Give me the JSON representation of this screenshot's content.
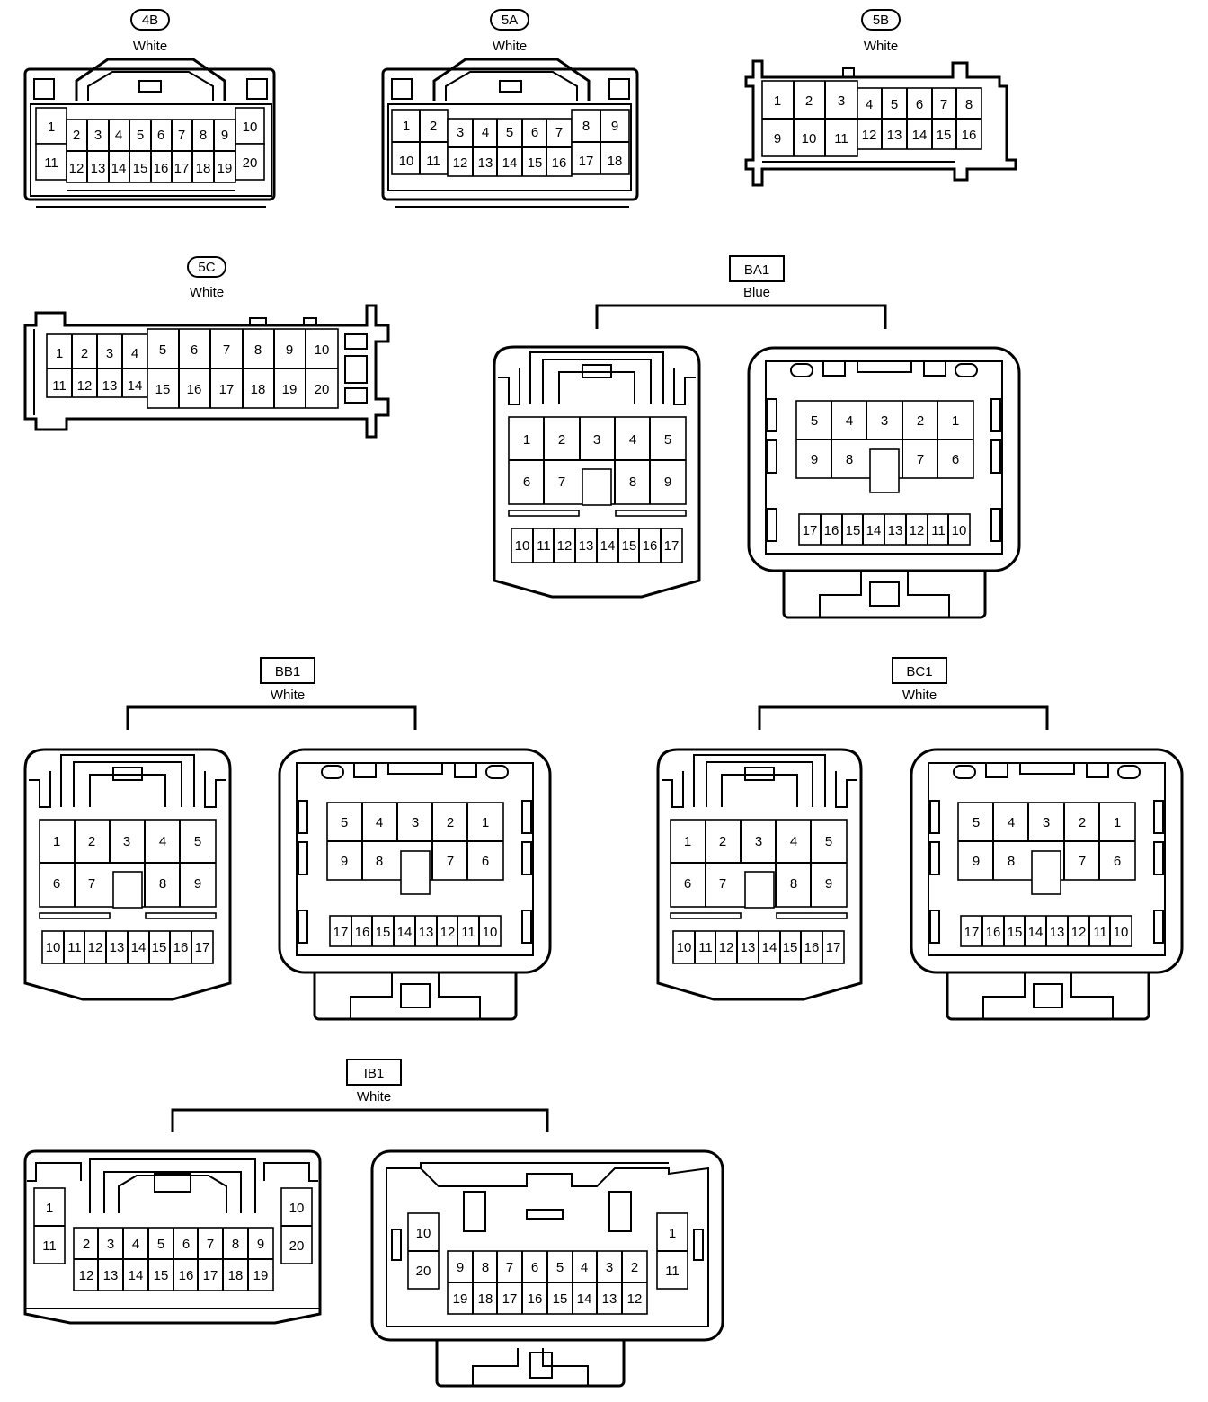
{
  "connectors": [
    {
      "id": "4B",
      "label_style": "oval",
      "color": "White",
      "pins": [
        "1",
        "2",
        "3",
        "4",
        "5",
        "6",
        "7",
        "8",
        "9",
        "10",
        "11",
        "12",
        "13",
        "14",
        "15",
        "16",
        "17",
        "18",
        "19",
        "20"
      ]
    },
    {
      "id": "5A",
      "label_style": "oval",
      "color": "White",
      "pins": [
        "1",
        "2",
        "3",
        "4",
        "5",
        "6",
        "7",
        "8",
        "9",
        "10",
        "11",
        "12",
        "13",
        "14",
        "15",
        "16",
        "17",
        "18"
      ]
    },
    {
      "id": "5B",
      "label_style": "oval",
      "color": "White",
      "pins": [
        "1",
        "2",
        "3",
        "4",
        "5",
        "6",
        "7",
        "8",
        "9",
        "10",
        "11",
        "12",
        "13",
        "14",
        "15",
        "16"
      ]
    },
    {
      "id": "5C",
      "label_style": "oval",
      "color": "White",
      "pins": [
        "1",
        "2",
        "3",
        "4",
        "5",
        "6",
        "7",
        "8",
        "9",
        "10",
        "11",
        "12",
        "13",
        "14",
        "15",
        "16",
        "17",
        "18",
        "19",
        "20"
      ]
    },
    {
      "id": "BA1",
      "label_style": "box",
      "color": "Blue",
      "pins": [
        "1",
        "2",
        "3",
        "4",
        "5",
        "6",
        "7",
        "8",
        "9",
        "10",
        "11",
        "12",
        "13",
        "14",
        "15",
        "16",
        "17"
      ]
    },
    {
      "id": "BB1",
      "label_style": "box",
      "color": "White",
      "pins": [
        "1",
        "2",
        "3",
        "4",
        "5",
        "6",
        "7",
        "8",
        "9",
        "10",
        "11",
        "12",
        "13",
        "14",
        "15",
        "16",
        "17"
      ]
    },
    {
      "id": "BC1",
      "label_style": "box",
      "color": "White",
      "pins": [
        "1",
        "2",
        "3",
        "4",
        "5",
        "6",
        "7",
        "8",
        "9",
        "10",
        "11",
        "12",
        "13",
        "14",
        "15",
        "16",
        "17"
      ]
    },
    {
      "id": "IB1",
      "label_style": "box",
      "color": "White",
      "pins": [
        "1",
        "2",
        "3",
        "4",
        "5",
        "6",
        "7",
        "8",
        "9",
        "10",
        "11",
        "12",
        "13",
        "14",
        "15",
        "16",
        "17",
        "18",
        "19",
        "20"
      ]
    }
  ]
}
